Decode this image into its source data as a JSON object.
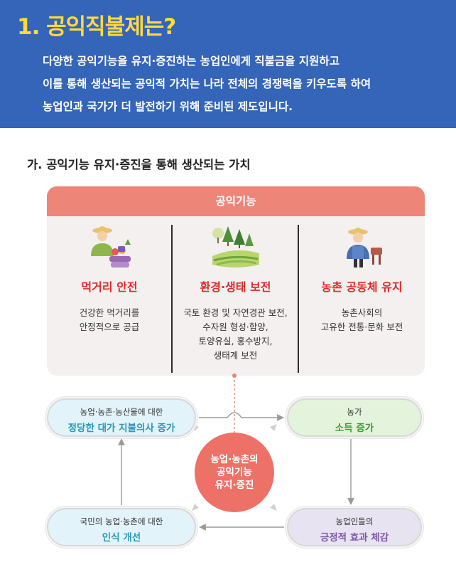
{
  "hero": {
    "title": "1. 공익직불제는?",
    "description_lines": [
      "다양한 공익기능을 유지·증진하는 농업인에게 직불금을 지원하고",
      "이를 통해 생산되는 공익적 가치는 나라 전체의 경쟁력을 키우도록 하여",
      "농업인과 국가가 더 발전하기 위해 준비된 제도입니다."
    ],
    "background_color": "#3465b8",
    "title_color": "#ffd93d"
  },
  "section": {
    "heading": "가. 공익기능 유지·증진을 통해 생산되는 가치"
  },
  "functions": {
    "header": "공익기능",
    "header_color": "#ee8579",
    "columns": [
      {
        "icon": "farmer-food-icon",
        "title": "먹거리 안전",
        "desc_lines": [
          "건강한 먹거리를",
          "안정적으로 공급"
        ]
      },
      {
        "icon": "forest-field-icon",
        "title": "환경·생태 보전",
        "desc_lines": [
          "국토 환경 및 자연경관 보전,",
          "수자원 형성·함양,",
          "토양유실, 홍수방지,",
          "생태계 보전"
        ]
      },
      {
        "icon": "farmer-community-icon",
        "title": "농촌 공동체 유지",
        "desc_lines": [
          "농촌사회의",
          "고유한 전통·문화 보전"
        ]
      }
    ],
    "title_color": "#e02a2a"
  },
  "cycle": {
    "center_lines": [
      "농업·농촌의",
      "공익기능",
      "유지·증진"
    ],
    "fair_price": {
      "top": "농업·농촌·농산물에 대한",
      "main": "정당한 대가 지불의사 증가"
    },
    "income": {
      "top": "농가",
      "main": "소득 증가"
    },
    "awareness": {
      "top": "국민의 농업·농촌에 대한",
      "main": "인식 개선"
    },
    "effect": {
      "top": "농업인들의",
      "main": "긍정적 효과 체감"
    },
    "colors": {
      "center": "#ee7167",
      "blue": "#2a9ab5",
      "green": "#3f9a34",
      "purple": "#7c57a6"
    }
  }
}
